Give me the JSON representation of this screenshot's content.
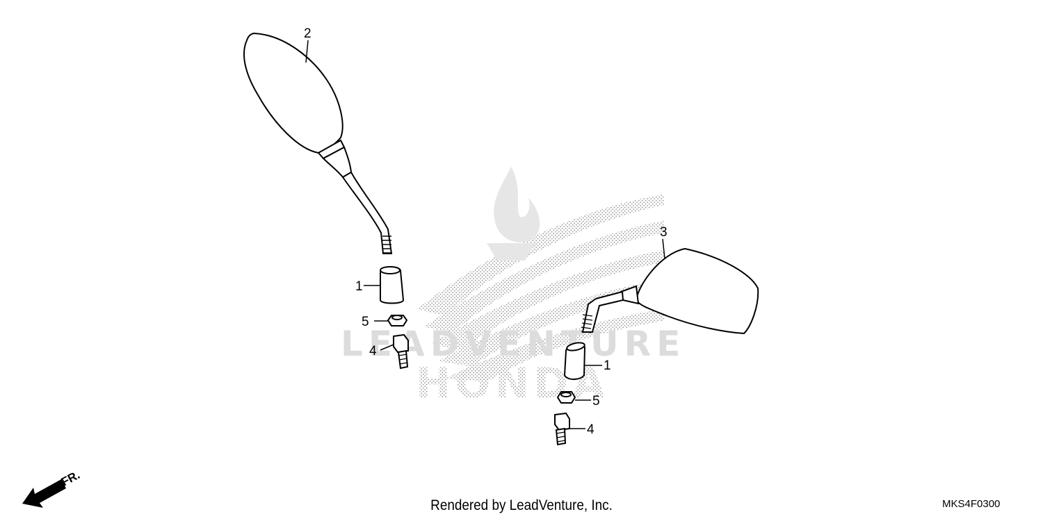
{
  "diagram": {
    "code": "MKS4F0300",
    "footer": "Rendered by LeadVenture, Inc.",
    "watermark": "LEADVENTURE",
    "brand": "HONDA",
    "direction_label": "FR.",
    "callouts": [
      "2",
      "1",
      "5",
      "4",
      "3",
      "1",
      "5",
      "4"
    ]
  }
}
